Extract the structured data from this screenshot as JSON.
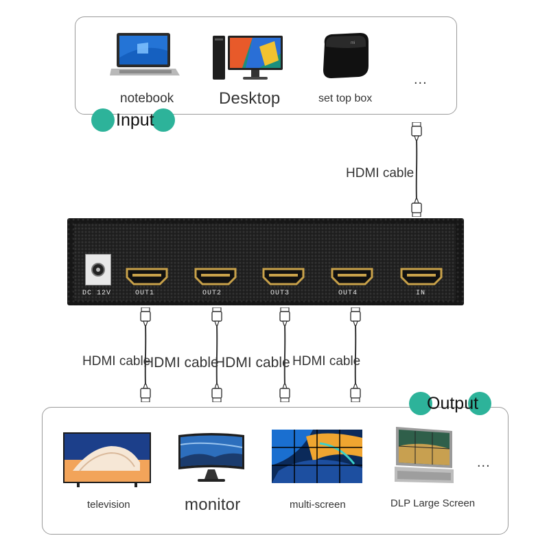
{
  "input": {
    "badge": "Input",
    "devices": [
      {
        "label": "notebook",
        "icon": "laptop-icon"
      },
      {
        "label": "Desktop",
        "icon": "desktop-monitor-icon"
      },
      {
        "label": "set top box",
        "icon": "set-top-box-icon"
      }
    ],
    "more": "..."
  },
  "output": {
    "badge": "Output",
    "devices": [
      {
        "label": "television",
        "icon": "television-icon"
      },
      {
        "label": "monitor",
        "icon": "curved-monitor-icon"
      },
      {
        "label": "multi-screen",
        "icon": "video-wall-icon"
      },
      {
        "label": "DLP Large Screen",
        "icon": "dlp-screen-icon"
      }
    ],
    "more": "..."
  },
  "splitter": {
    "ports": [
      "DC 12V",
      "OUT1",
      "OUT2",
      "OUT3",
      "OUT4",
      "IN"
    ]
  },
  "cables": {
    "input_cable_label": "HDMI cable",
    "output_cable_labels": [
      "HDMI cable",
      "HDMI cable",
      "HDMI cable",
      "HDMI cable"
    ]
  },
  "colors": {
    "badge": "#2db39a",
    "panel_border": "#9a9a9a",
    "device_body": "#161616",
    "port_gold": "#c9a24a"
  }
}
